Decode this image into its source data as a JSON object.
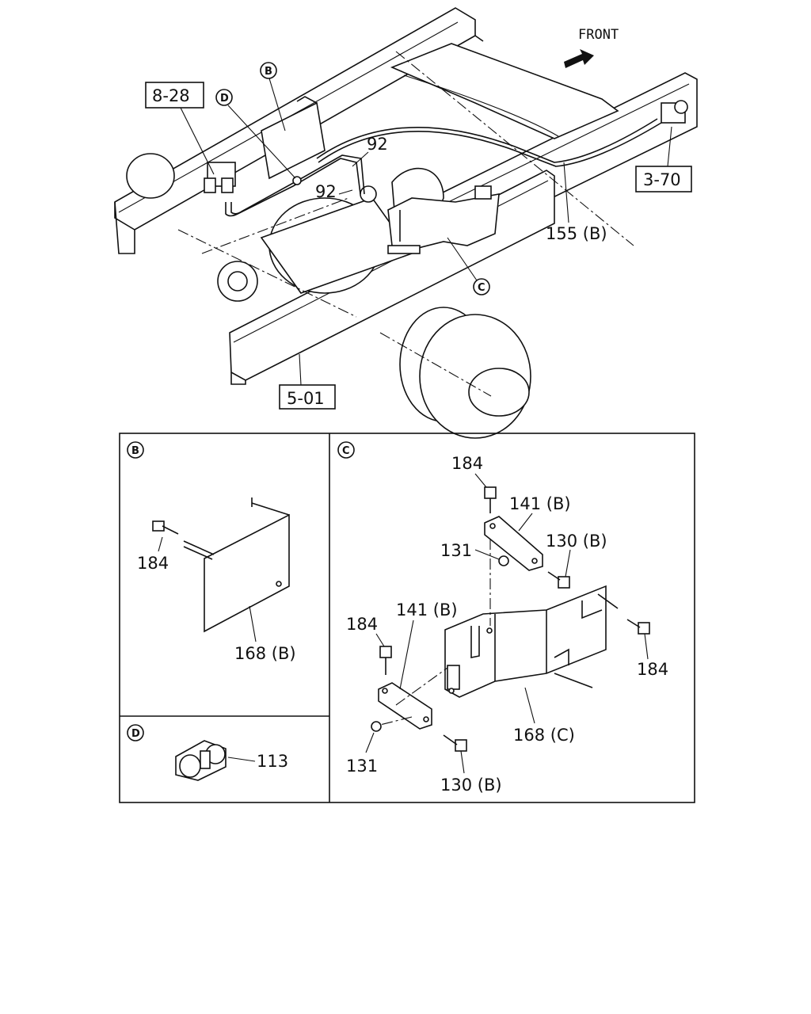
{
  "front_label": "FRONT",
  "reference_boxes": {
    "r828": "8-28",
    "r370": "3-70",
    "r501": "5-01"
  },
  "circle_tags": {
    "B": "B",
    "C": "C",
    "D": "D"
  },
  "main_labels": {
    "p92a": "92",
    "p92b": "92",
    "p155b": "155 (B)"
  },
  "panel_b": {
    "tag": "B",
    "p184": "184",
    "p168b": "168 (B)"
  },
  "panel_c": {
    "tag": "C",
    "p184_top": "184",
    "p141b_top": "141 (B)",
    "p131_top": "131",
    "p130b_top": "130 (B)",
    "p184_left": "184",
    "p141b_left": "141 (B)",
    "p184_right": "184",
    "p131_bottom": "131",
    "p130b_bottom": "130 (B)",
    "p168c": "168 (C)"
  },
  "panel_d": {
    "tag": "D",
    "p113": "113"
  }
}
